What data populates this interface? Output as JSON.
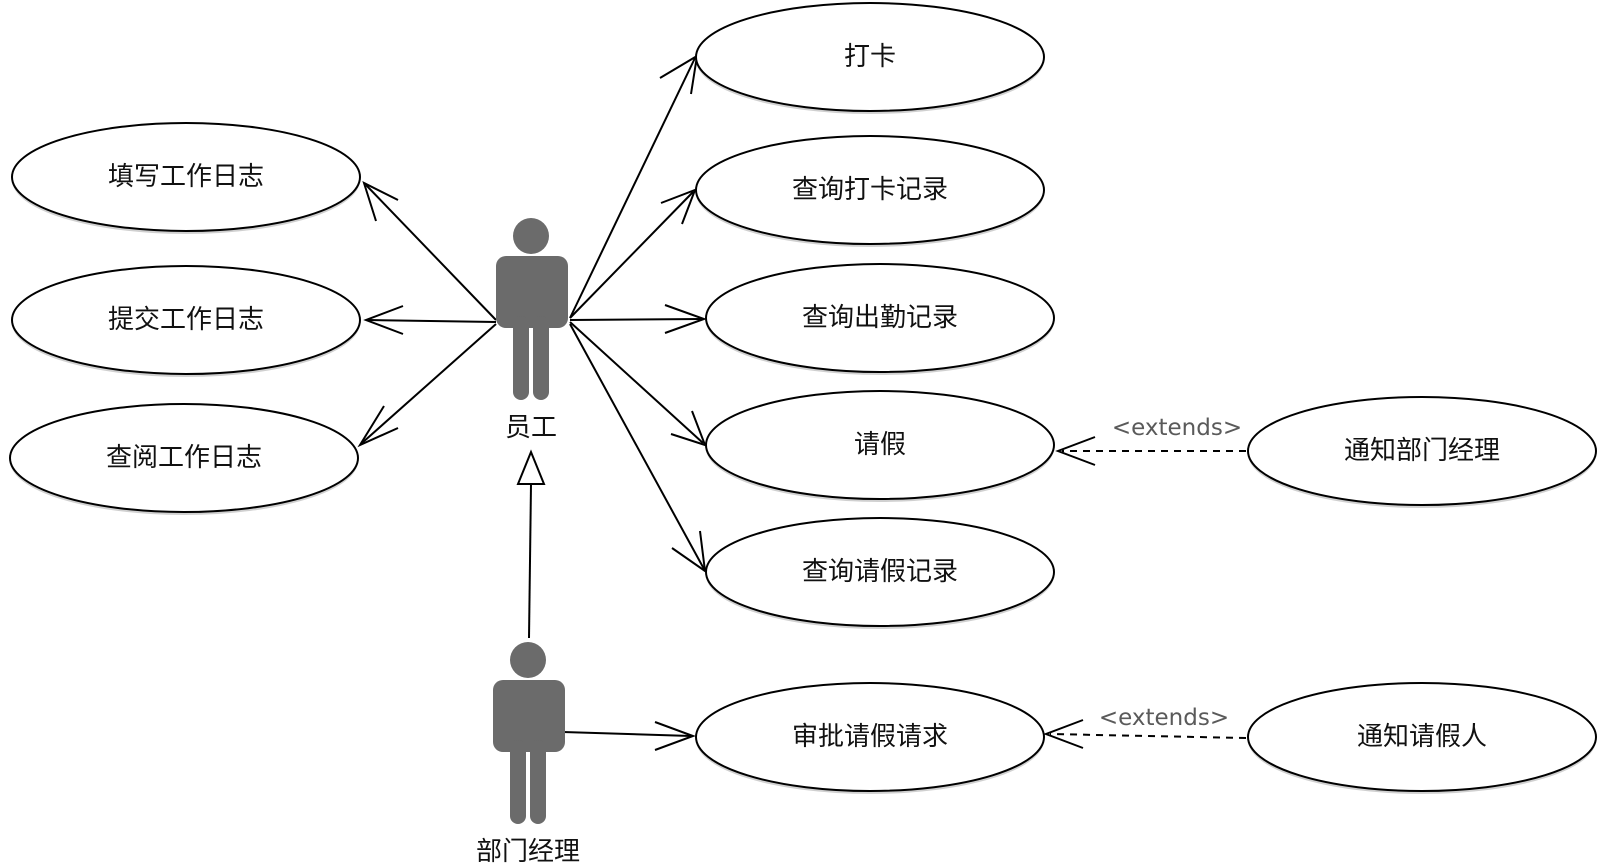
{
  "actors": {
    "employee": "员工",
    "manager": "部门经理"
  },
  "use_cases": {
    "fill_log": "填写工作日志",
    "submit_log": "提交工作日志",
    "view_log": "查阅工作日志",
    "clock_in": "打卡",
    "query_clock": "查询打卡记录",
    "query_attendance": "查询出勤记录",
    "leave": "请假",
    "query_leave": "查询请假记录",
    "approve_leave": "审批请假请求",
    "notify_manager": "通知部门经理",
    "notify_applicant": "通知请假人"
  },
  "relations": {
    "extends_1": "<extends>",
    "extends_2": "<extends>"
  }
}
